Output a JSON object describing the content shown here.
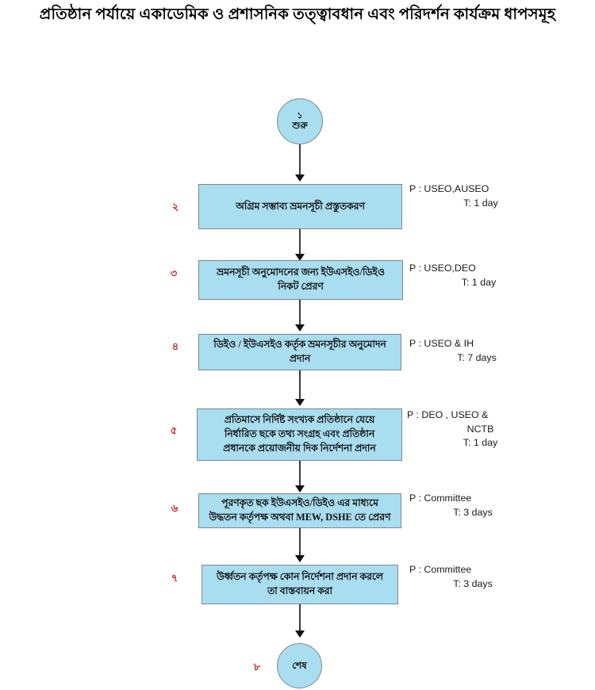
{
  "title": "প্রতিষ্ঠান পর্যায়ে একাডেমিক ও প্রশাসনিক তত্ত্বাবধান এবং পরিদর্শন কার্যক্রম ধাপসমূহ",
  "start_node": {
    "number": "১",
    "label": "শুরু"
  },
  "end_node": {
    "number": "৮",
    "label": "শেষ"
  },
  "steps": [
    {
      "number": "২",
      "lines": [
        "অগ্রিম সম্ভাব্য ভ্রমনসূচী প্রস্তুতকরণ"
      ],
      "annotation": {
        "person": "P : USEO,AUSEO",
        "time": "T: 1 day"
      }
    },
    {
      "number": "৩",
      "lines": [
        "ভ্রমনসূচী অনুমোদনের জন্য ইউএসইও/ডিইও",
        "নিকট  প্রেরণ"
      ],
      "annotation": {
        "person": "P : USEO,DEO",
        "time": "T: 1 day"
      }
    },
    {
      "number": "৪",
      "lines": [
        "ডিইও / ইউএসইও কর্তৃক ভ্রমনসূচীর অনুমোদন",
        "প্রদান"
      ],
      "annotation": {
        "person": "P : USEO & IH",
        "time": "T: 7 days"
      }
    },
    {
      "number": "৫",
      "lines": [
        "প্রতিমাসে নির্দিষ্ট সংখ্যক প্রতিষ্ঠানে যেয়ে",
        "নির্ধারিত ছকে তথ্য সংগ্রহ এবং প্রতিষ্ঠান",
        "প্রধানকে প্রয়োজনীয় দিক নির্দেশনা প্রদান"
      ],
      "annotation": {
        "person": "P : DEO , USEO &",
        "person2": "NCTB",
        "time": "T: 1 day"
      }
    },
    {
      "number": "৬",
      "lines": [
        "পূরণকৃত ছক ইউএসইও/ডিইও  এর মাধ্যমে",
        "উদ্ধতন কর্তৃপক্ষ অথবা MEW, DSHE তে প্রেরণ"
      ],
      "annotation": {
        "person": "P : Committee",
        "time": "T: 3 days"
      }
    },
    {
      "number": "৭",
      "lines": [
        "উর্ধ্বতন কর্তৃপক্ষ কোন নির্দেশনা প্রদান করলে",
        "তা বাস্তবায়ন করা"
      ],
      "annotation": {
        "person": "P : Committee",
        "time": "T: 3 days"
      }
    }
  ],
  "colors": {
    "node_fill": "#a9ddf0",
    "node_border": "#7b8892",
    "step_number": "#c0202a",
    "connector": "#3a3a3a",
    "text": "#111111"
  }
}
